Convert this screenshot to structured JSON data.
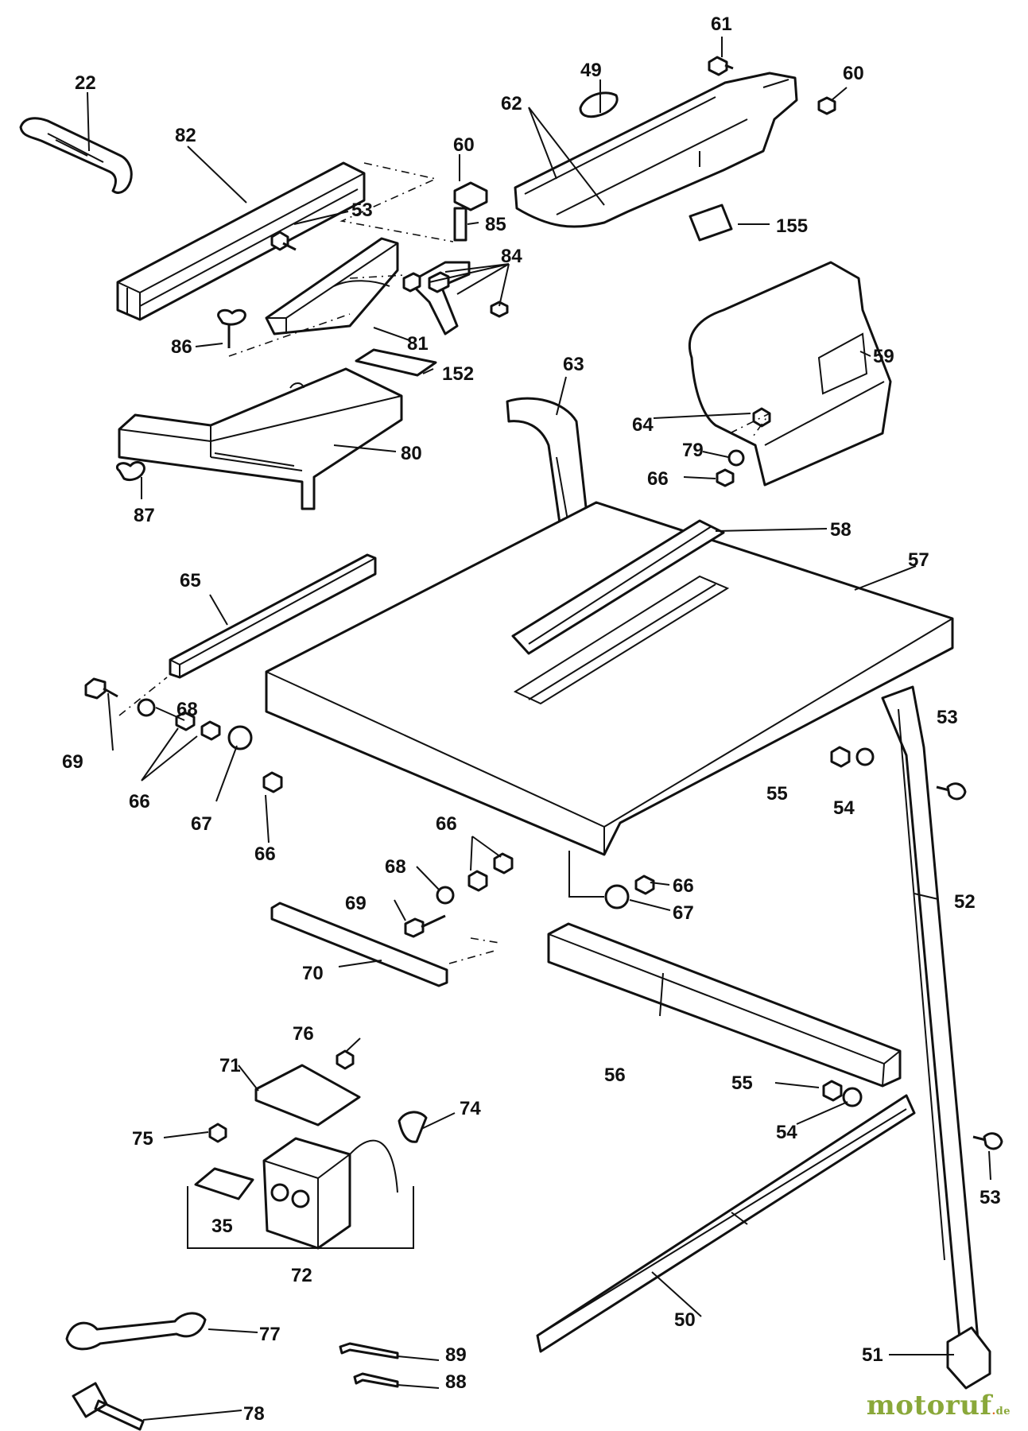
{
  "labels": {
    "p22": "22",
    "p82": "82",
    "p53a": "53",
    "p60a": "60",
    "p85": "85",
    "p84": "84",
    "p81": "81",
    "p86": "86",
    "p152": "152",
    "p80": "80",
    "p87": "87",
    "p61": "61",
    "p49": "49",
    "p62": "62",
    "p60b": "60",
    "p155": "155",
    "p59": "59",
    "p63": "63",
    "p64": "64",
    "p79": "79",
    "p66a": "66",
    "p58": "58",
    "p57": "57",
    "p65": "65",
    "p68a": "68",
    "p69a": "69",
    "p66b": "66",
    "p67a": "67",
    "p66c": "66",
    "p53b": "53",
    "p55a": "55",
    "p54a": "54",
    "p52": "52",
    "p66d": "66",
    "p68b": "68",
    "p69b": "69",
    "p66e": "66",
    "p67b": "67",
    "p70": "70",
    "p56": "56",
    "p76": "76",
    "p71": "71",
    "p74": "74",
    "p75": "75",
    "p35": "35",
    "p72": "72",
    "p55b": "55",
    "p54b": "54",
    "p53c": "53",
    "p50": "50",
    "p77": "77",
    "p89": "89",
    "p88": "88",
    "p78": "78",
    "p51": "51"
  },
  "watermark": {
    "brand": "motoruf",
    "dot": ".",
    "tld": "de"
  }
}
